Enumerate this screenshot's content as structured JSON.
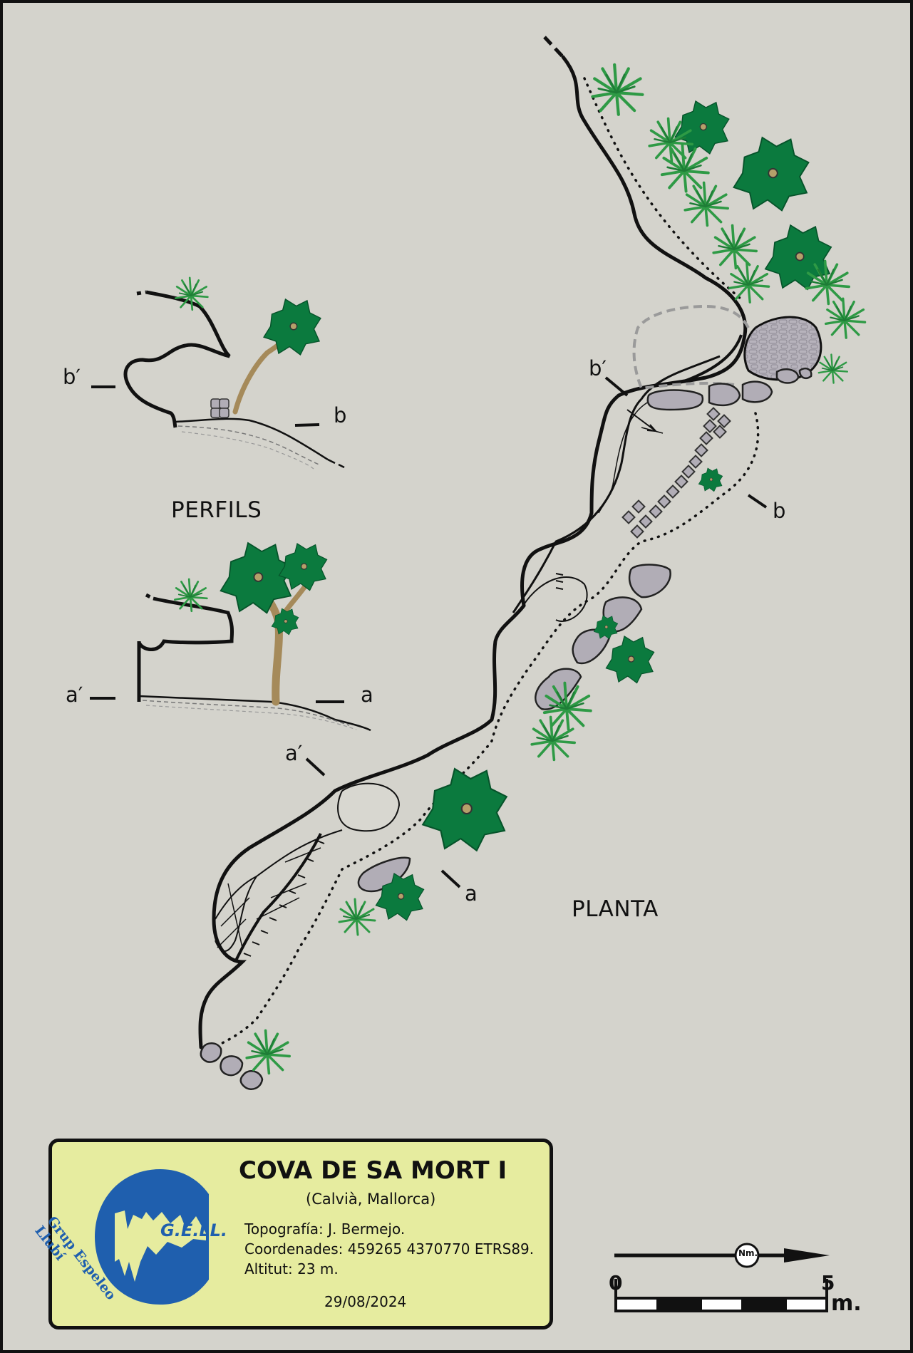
{
  "labels": {
    "perfils": "PERFILS",
    "planta": "PLANTA",
    "section_b_prime": "b′",
    "section_b": "b",
    "section_a_prime": "a′",
    "section_a": "a"
  },
  "legend": {
    "title": "COVA DE SA MORT I",
    "location": "(Calvià, Mallorca)",
    "topography": "Topografía: J. Bermejo.",
    "coordinates": "Coordenades: 459265 4370770 ETRS89.",
    "altitude": "Altitut: 23 m.",
    "date": "29/08/2024"
  },
  "logo": {
    "acronym": "G.E.LL.",
    "name": "Grup Espeleo Llubí"
  },
  "north": {
    "label": "Nm."
  },
  "scale": {
    "start": "0",
    "end": "5",
    "unit": "m."
  },
  "colors": {
    "background": "#d4d3cc",
    "legend_bg": "#e6ec9f",
    "logo_blue": "#1f5fae",
    "vegetation": "#0b7a3e",
    "grass": "#2e9a45",
    "block": "#b1adb6",
    "trunk": "#a58a5a"
  }
}
